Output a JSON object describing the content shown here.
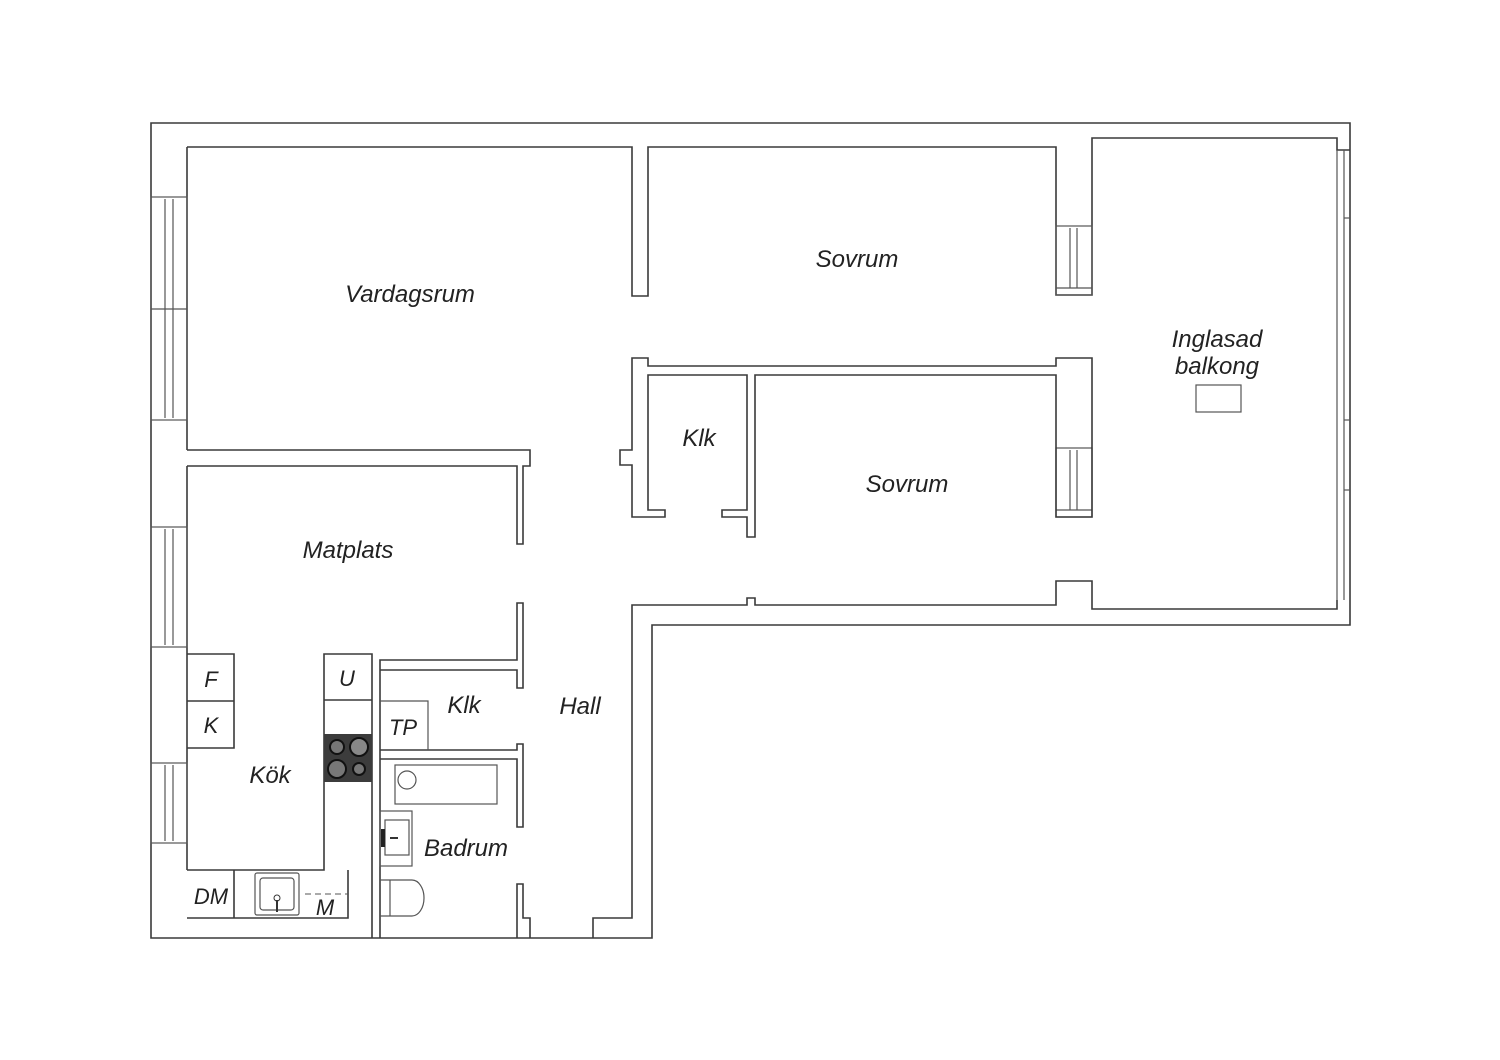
{
  "rooms": {
    "vardagsrum": "Vardagsrum",
    "sovrum_1": "Sovrum",
    "sovrum_2": "Sovrum",
    "balkong_line1": "Inglasad",
    "balkong_line2": "balkong",
    "klk_1": "Klk",
    "klk_2": "Klk",
    "matplats": "Matplats",
    "kok": "Kök",
    "hall": "Hall",
    "badrum": "Badrum"
  },
  "fixtures": {
    "fridge": "F",
    "freezer": "K",
    "oven": "U",
    "dishwasher": "DM",
    "microwave": "M",
    "washer": "TP"
  }
}
